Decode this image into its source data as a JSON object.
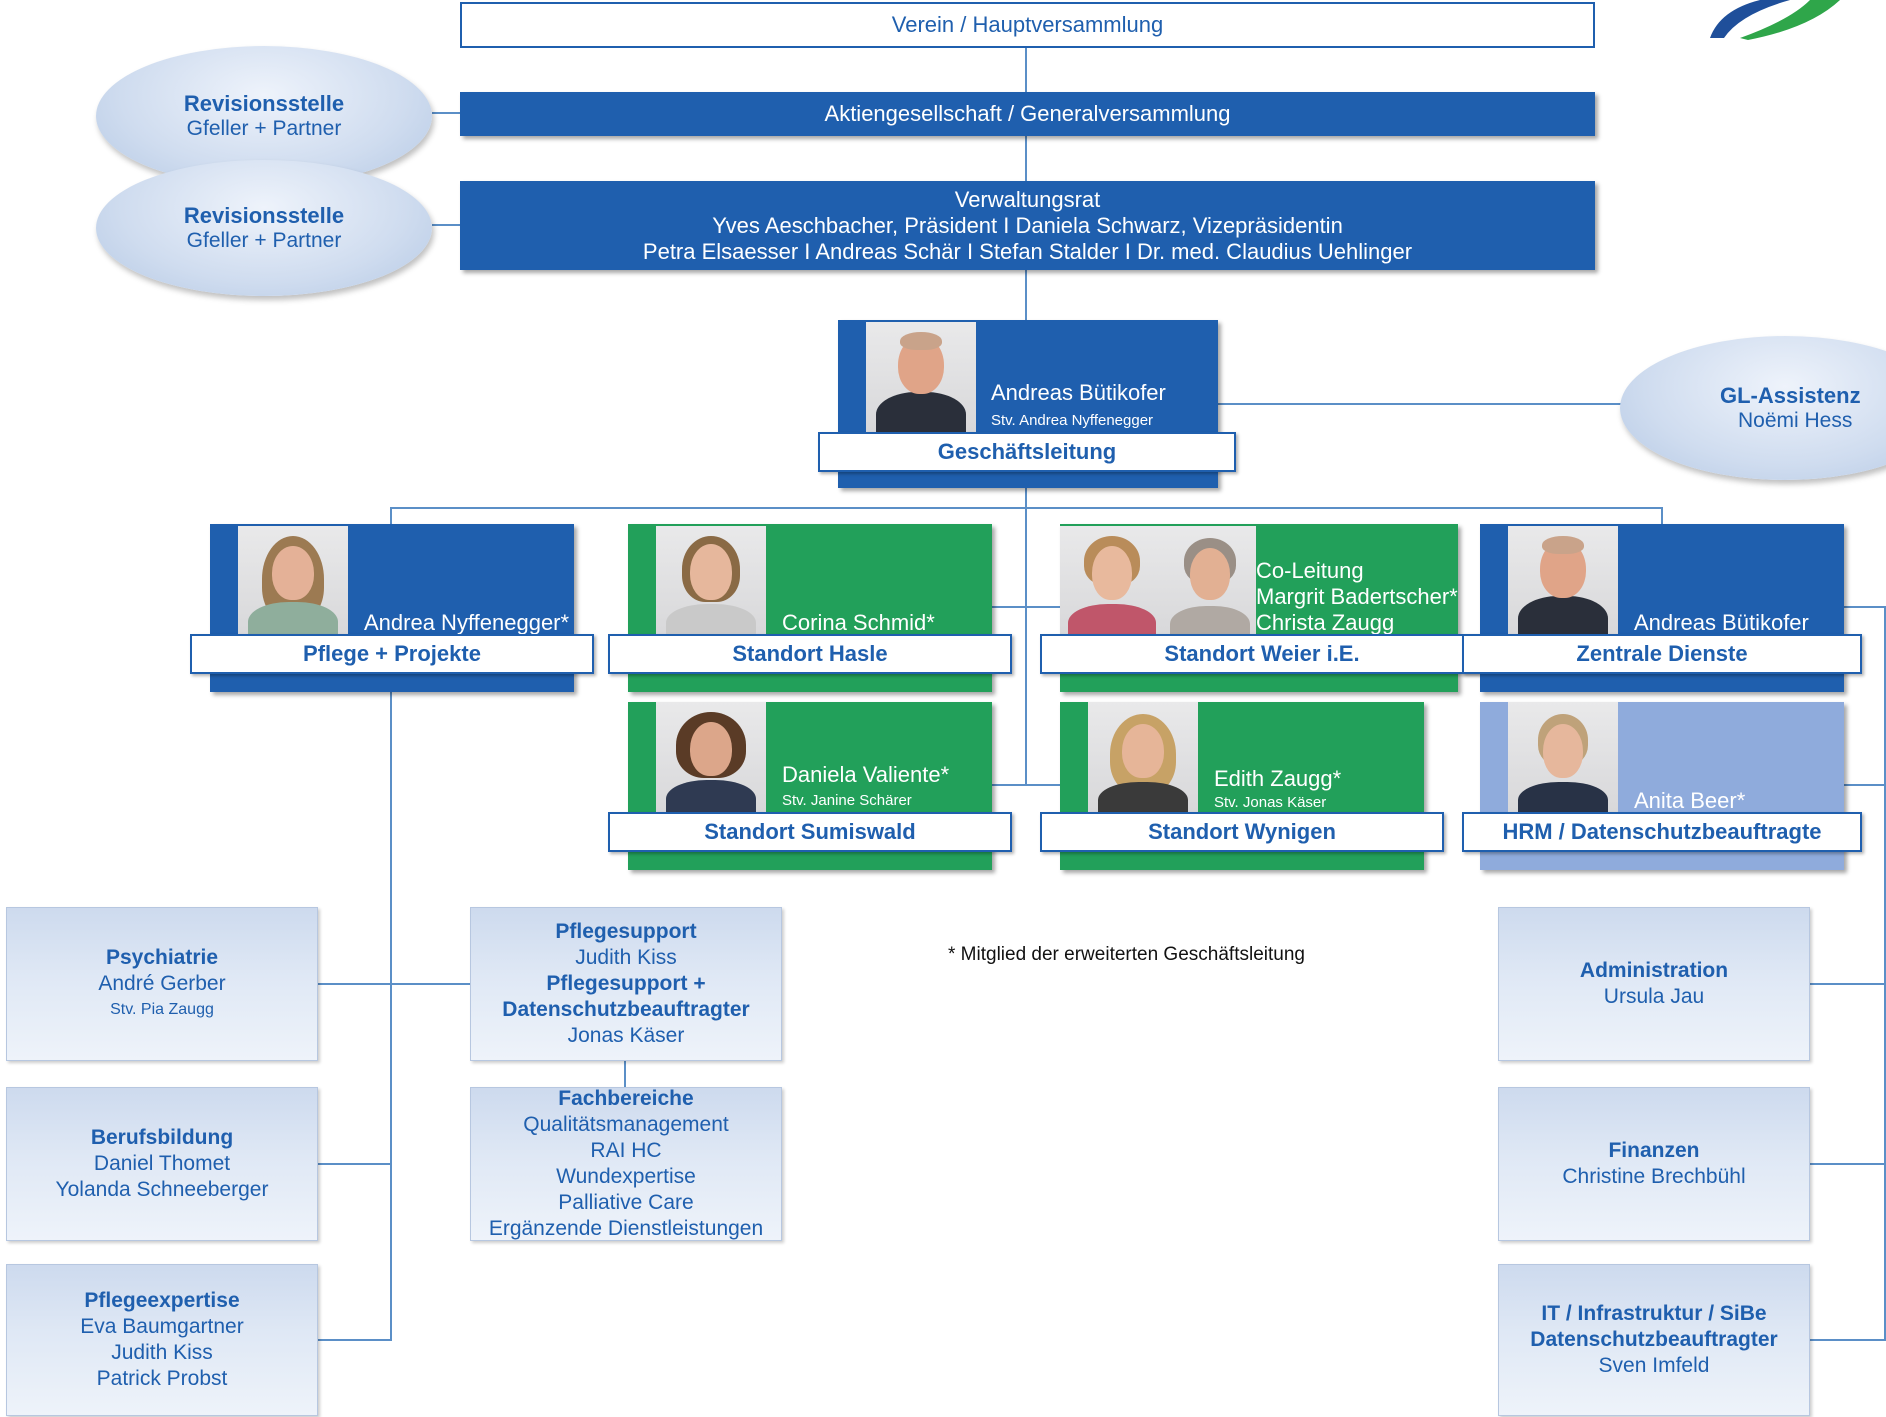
{
  "top": {
    "verein": "Verein / Hauptversammlung",
    "ag": "Aktiengesellschaft / Generalversammlung",
    "vr_title": "Verwaltungsrat",
    "vr_line1": "Yves Aeschbacher, Präsident I Daniela Schwarz, Vizepräsidentin",
    "vr_line2": "Petra Elsaesser I Andreas Schär I Stefan Stalder I Dr. med. Claudius Uehlinger"
  },
  "revision": [
    {
      "title": "Revisionsstelle",
      "name": "Gfeller + Partner"
    },
    {
      "title": "Revisionsstelle",
      "name": "Gfeller + Partner"
    }
  ],
  "gl": {
    "name": "Andreas Bütikofer",
    "deputy": "Stv. Andrea Nyffenegger",
    "label": "Geschäftsleitung"
  },
  "gl_assist": {
    "title": "GL-Assistenz",
    "name": "Noëmi Hess"
  },
  "units": {
    "pflege": {
      "name": "Andrea Nyffenegger*",
      "label": "Pflege + Projekte"
    },
    "hasle": {
      "name": "Corina Schmid*",
      "label": "Standort Hasle"
    },
    "weier": {
      "line1": "Co-Leitung",
      "line2": "Margrit Badertscher*",
      "line3": "Christa Zaugg",
      "label": "Standort Weier i.E."
    },
    "zentrale": {
      "name": "Andreas Bütikofer",
      "label": "Zentrale Dienste"
    },
    "sumiswald": {
      "name": "Daniela Valiente*",
      "deputy": "Stv. Janine Schärer",
      "label": "Standort Sumiswald"
    },
    "wynigen": {
      "name": "Edith Zaugg*",
      "deputy": "Stv. Jonas Käser",
      "label": "Standort Wynigen"
    },
    "hrm": {
      "name": "Anita Beer*",
      "label": "HRM / Datenschutzbeauftragte"
    }
  },
  "left_boxes": {
    "psychiatrie": {
      "title": "Psychiatrie",
      "name": "André Gerber",
      "deputy": "Stv. Pia Zaugg"
    },
    "berufsbildung": {
      "title": "Berufsbildung",
      "line1": "Daniel Thomet",
      "line2": "Yolanda Schneeberger"
    },
    "pflegeexpertise": {
      "title": "Pflegeexpertise",
      "line1": "Eva Baumgartner",
      "line2": "Judith Kiss",
      "line3": "Patrick Probst"
    }
  },
  "middle_boxes": {
    "support": {
      "title1": "Pflegesupport",
      "name1": "Judith Kiss",
      "title2": "Pflegesupport +",
      "title3": "Datenschutzbeauftragter",
      "name2": "Jonas Käser"
    },
    "fachbereiche": {
      "title": "Fachbereiche",
      "items": [
        "Qualitätsmanagement",
        "RAI HC",
        "Wundexpertise",
        "Palliative Care",
        "Ergänzende Dienstleistungen"
      ]
    }
  },
  "right_boxes": {
    "administration": {
      "title": "Administration",
      "name": "Ursula Jau"
    },
    "finanzen": {
      "title": "Finanzen",
      "name": "Christine Brechbühl"
    },
    "it": {
      "title1": "IT / Infrastruktur / SiBe",
      "title2": "Datenschutzbeauftragter",
      "name": "Sven Imfeld"
    }
  },
  "note": "* Mitglied der erweiterten Geschäftsleitung",
  "colors": {
    "blue": "#1f5fae",
    "green": "#22a05a",
    "light_blue": "#8fabdc"
  }
}
